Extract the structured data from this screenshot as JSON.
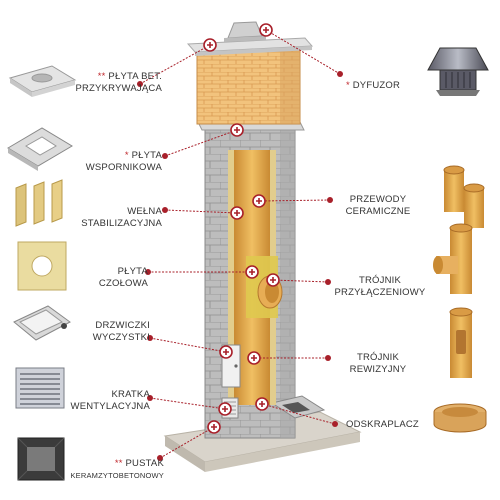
{
  "labels": {
    "plyta_bet": {
      "star": "**",
      "line1": "PŁYTA BET.",
      "line2": "PRZYKRYWAJĄCA"
    },
    "plyta_wsp": {
      "star": "*",
      "line1": "PŁYTA",
      "line2": "WSPORNIKOWA"
    },
    "welna": {
      "line1": "WEŁNA",
      "line2": "STABILIZACYJNA"
    },
    "plyta_czol": {
      "line1": "PŁYTA",
      "line2": "CZOŁOWA"
    },
    "drzwiczki": {
      "line1": "DRZWICZKI",
      "line2": "WYCZYSTKI"
    },
    "kratka": {
      "line1": "KRATKA",
      "line2": "WENTYLACYJNA"
    },
    "pustak": {
      "star": "**",
      "line1": "PUSTAK",
      "line2": "KERAMZYTOBETONOWY"
    },
    "dyfuzor": {
      "star": "*",
      "line1": "DYFUZOR"
    },
    "przewody": {
      "line1": "PRZEWODY",
      "line2": "CERAMICZNE"
    },
    "trojnik_p": {
      "line1": "TRÓJNIK",
      "line2": "PRZYŁĄCZENIOWY"
    },
    "trojnik_r": {
      "line1": "TRÓJNIK",
      "line2": "REWIZYJNY"
    },
    "odskraplacz": {
      "line1": "ODSKRAPLACZ"
    }
  },
  "colors": {
    "accent": "#a8202a",
    "brick": "#f0c078",
    "block": "#b9b9b9",
    "ceramic": "#e7b25a",
    "wool": "#e3cf8a"
  },
  "icons": [
    "plus-marker-icon"
  ]
}
